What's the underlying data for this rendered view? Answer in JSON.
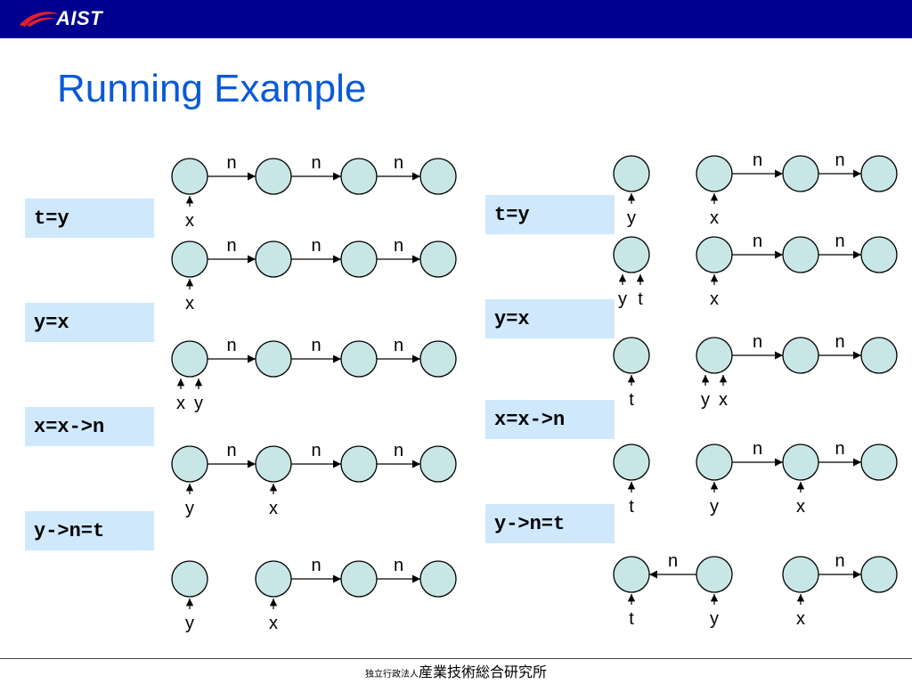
{
  "header": {
    "logo_text": "AIST"
  },
  "title": "Running Example",
  "footer": {
    "small": "独立行政法人",
    "large": "産業技術総合研究所"
  },
  "statements_left": [
    "t=y",
    "y=x",
    "x=x->n",
    "y->n=t"
  ],
  "statements_right": [
    "t=y",
    "y=x",
    "x=x->n",
    "y->n=t"
  ],
  "diagram": {
    "edge_label": "n",
    "left_states": [
      {
        "pointers": [
          [
            "x"
          ]
        ]
      },
      {
        "pointers": [
          [
            "x"
          ]
        ]
      },
      {
        "pointers": [
          [
            "x",
            "y"
          ]
        ]
      },
      {
        "pointers": [
          [
            "y"
          ],
          [
            "x"
          ]
        ]
      },
      {
        "pointers": [
          [
            "y"
          ],
          [
            "x"
          ]
        ]
      }
    ],
    "right_states": [
      {
        "pointers": [
          [
            "y"
          ],
          [
            "x"
          ]
        ]
      },
      {
        "pointers": [
          [
            "y",
            "t"
          ],
          [
            "x"
          ]
        ]
      },
      {
        "pointers": [
          [
            "t"
          ],
          [
            "y",
            "x"
          ]
        ]
      },
      {
        "pointers": [
          [
            "t"
          ],
          [
            "y"
          ],
          [
            "x"
          ]
        ]
      },
      {
        "pointers": [
          [
            "t"
          ],
          [
            "y"
          ],
          [
            "x"
          ]
        ]
      }
    ]
  }
}
